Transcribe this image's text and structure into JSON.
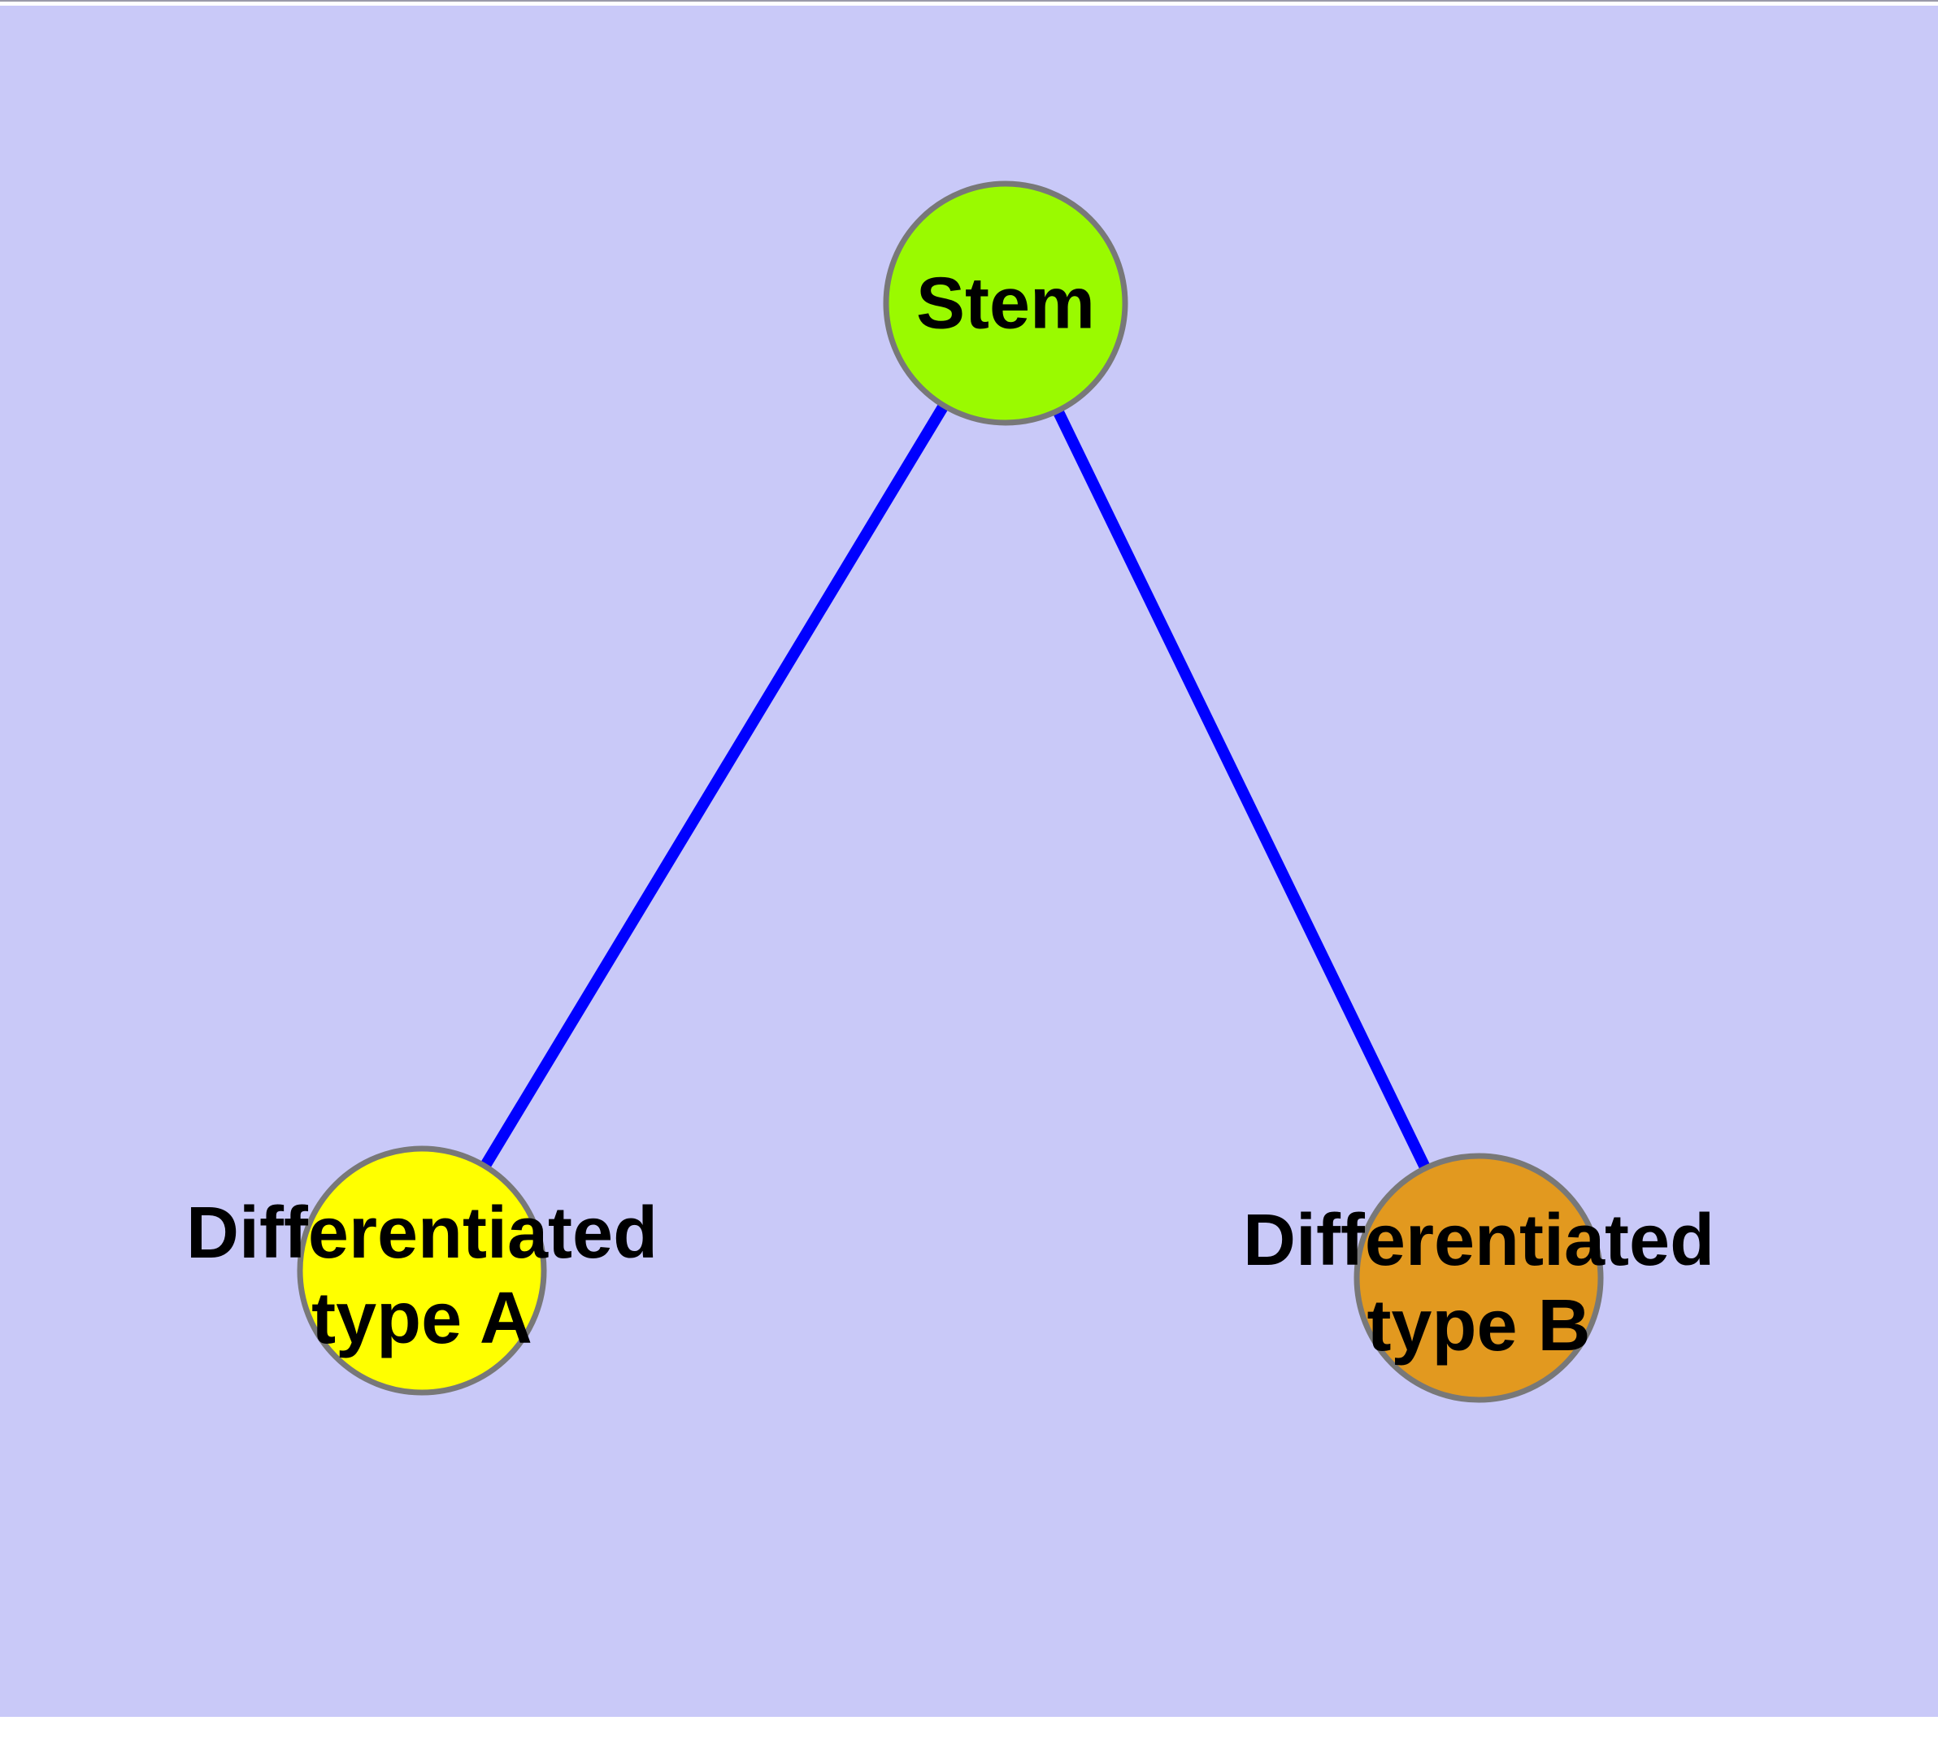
{
  "colors": {
    "page_background": "#FFFFFF",
    "canvas_background": "#C9C9F8",
    "edge": "#0000FF",
    "node_border": "#787878",
    "label_text": "#000000"
  },
  "diagram": {
    "type": "node-link-graph",
    "nodes": [
      {
        "id": "stem",
        "label_lines": [
          "Stem"
        ],
        "fill": "#9AFA00",
        "shape": "circle"
      },
      {
        "id": "differentiated-type-a",
        "label_lines": [
          "Differentiated",
          "type A"
        ],
        "fill": "#FFFF00",
        "shape": "circle"
      },
      {
        "id": "differentiated-type-b",
        "label_lines": [
          "Differentiated",
          "type B"
        ],
        "fill": "#E2991F",
        "shape": "circle"
      }
    ],
    "edges": [
      {
        "from": "stem",
        "to": "differentiated-type-a"
      },
      {
        "from": "stem",
        "to": "differentiated-type-b"
      }
    ]
  }
}
